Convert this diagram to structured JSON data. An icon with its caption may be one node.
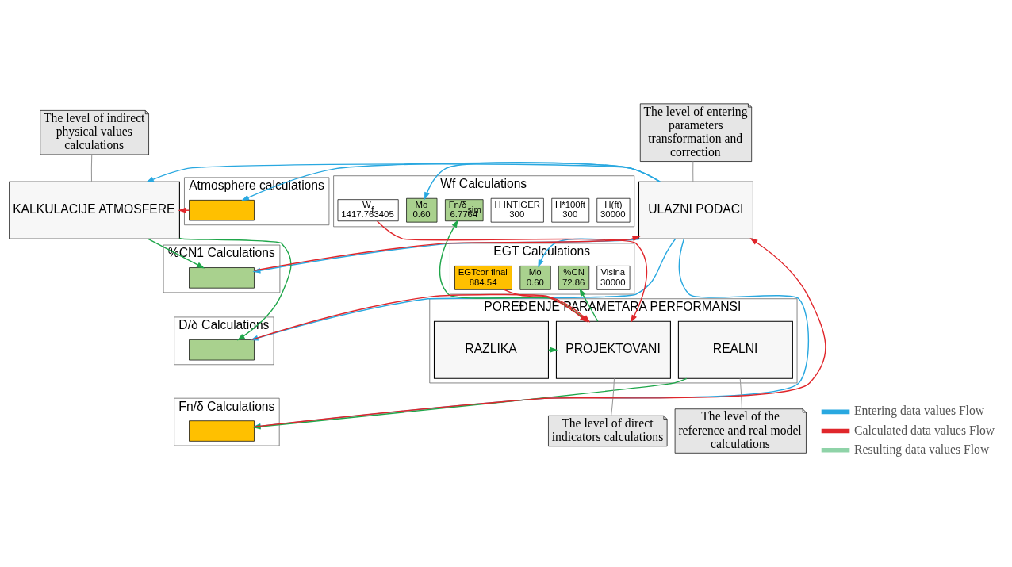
{
  "diagram": {
    "nodes": [
      {
        "text": [
          "ULAZNI PODACI"
        ]
      },
      {
        "text": [
          "KALKULACIJE ATMOSFERE"
        ]
      },
      {
        "text": [
          "POREĐENJE PARAMETARA PERFORMANSI"
        ]
      },
      {
        "text": [
          "PROJEKTOVANI"
        ],
        "in": 2
      },
      {
        "text": [
          "REALNI"
        ],
        "in": 2
      },
      {
        "text": [
          "RAZLIKA"
        ],
        "in": 2
      },
      {
        "text": [
          "The level of entering parameters transformation and correction"
        ]
      },
      {
        "text": [
          "The level of indirect physical values calculations"
        ]
      },
      {
        "text": [
          "The level of direct indicators calculations"
        ]
      },
      {
        "text": [
          "The level of the reference and real model calculations"
        ]
      },
      {
        "text": [
          "Wf Calculations"
        ]
      },
      {
        "text": [
          "H(ft)",
          "30000"
        ],
        "in": 10
      },
      {
        "text": [
          "H*100ft",
          "300"
        ],
        "in": 10
      },
      {
        "text": [
          "H INTIGER",
          "300"
        ],
        "in": 10
      },
      {
        "text": [
          "Fn/δ$_{sim}$",
          "6.7764"
        ],
        "in": 10
      },
      {
        "text": [
          "Mo",
          "0.60"
        ],
        "in": 10
      },
      {
        "text": [
          "W$_{f}$",
          "1417.763405"
        ],
        "in": 10
      },
      {
        "text": [
          "EGT Calculations"
        ]
      },
      {
        "text": [
          "Visina",
          "30000"
        ],
        "in": 17
      },
      {
        "text": [
          "%CN",
          "72.86"
        ],
        "in": 17
      },
      {
        "text": [
          "Mo",
          "0.60"
        ],
        "in": 17
      },
      {
        "text": [
          "EGTcor final",
          "884.54"
        ],
        "in": 17
      },
      {
        "text": [
          "Atmosphere calculations"
        ]
      },
      {
        "text": [],
        "shape": "box",
        "in": 22
      },
      {
        "text": [
          "%CN1 Calculations"
        ]
      },
      {
        "text": [],
        "shape": "box",
        "in": 24
      },
      {
        "text": [
          "D/δ Calculations"
        ]
      },
      {
        "text": [],
        "shape": "box",
        "in": 26
      },
      {
        "text": [
          "Fn/δ Calculations"
        ]
      },
      {
        "text": [],
        "shape": "box",
        "in": 28
      }
    ],
    "edges": [
      {
        "from": 6,
        "to": 0,
        "arrow": "none",
        "color": "#9a9a9a"
      },
      {
        "from": 7,
        "to": 1,
        "arrow": "none",
        "color": "#9a9a9a"
      },
      {
        "from": 8,
        "to": 3,
        "arrow": "none",
        "color": "#9a9a9a"
      },
      {
        "from": 9,
        "to": 4,
        "arrow": "none",
        "color": "#9a9a9a"
      },
      {
        "from": 0,
        "to": 15,
        "arrow": "to",
        "color": "#29a8e0"
      },
      {
        "from": 0,
        "to": 20,
        "arrow": "to",
        "color": "#29a8e0"
      },
      {
        "from": 0,
        "to": 1,
        "arrow": "to",
        "color": "#29a8e0"
      },
      {
        "from": 0,
        "to": 23,
        "arrow": "to",
        "color": "#29a8e0"
      },
      {
        "from": 0,
        "to": 25,
        "arrow": "to",
        "color": "#29a8e0"
      },
      {
        "from": 0,
        "to": 27,
        "arrow": "to",
        "color": "#29a8e0"
      },
      {
        "from": 0,
        "to": 29,
        "arrow": "to",
        "color": "#29a8e0"
      },
      {
        "from": 3,
        "to": 14,
        "arrow": "to",
        "color": "#1fa64a"
      },
      {
        "from": 3,
        "to": 19,
        "arrow": "to",
        "color": "#1fa64a"
      },
      {
        "from": 1,
        "to": 25,
        "arrow": "to",
        "color": "#1fa64a"
      },
      {
        "from": 1,
        "to": 27,
        "arrow": "to",
        "color": "#1fa64a"
      },
      {
        "from": 4,
        "to": 29,
        "arrow": "to",
        "color": "#1fa64a"
      },
      {
        "from": 5,
        "to": 3,
        "arrow": "to",
        "color": "#1fa64a"
      },
      {
        "from": 16,
        "to": 3,
        "arrow": "to",
        "color": "#e0262b"
      },
      {
        "from": 21,
        "to": 3,
        "arrow": "to",
        "color": "#e0262b"
      },
      {
        "from": 23,
        "to": 1,
        "arrow": "to",
        "color": "#e0262b"
      },
      {
        "from": 25,
        "to": 0,
        "arrow": "to",
        "color": "#e0262b"
      },
      {
        "from": 27,
        "to": 3,
        "arrow": "to",
        "color": "#e0262b"
      },
      {
        "from": 29,
        "to": 0,
        "arrow": "to",
        "color": "#e0262b"
      }
    ],
    "legend": [
      {
        "text": "Entering data values Flow",
        "color": "#29a8e0"
      },
      {
        "text": "Calculated data values Flow",
        "color": "#e0262b"
      },
      {
        "text": "Resulting data values Flow",
        "color": "#8fd3a8"
      }
    ]
  }
}
